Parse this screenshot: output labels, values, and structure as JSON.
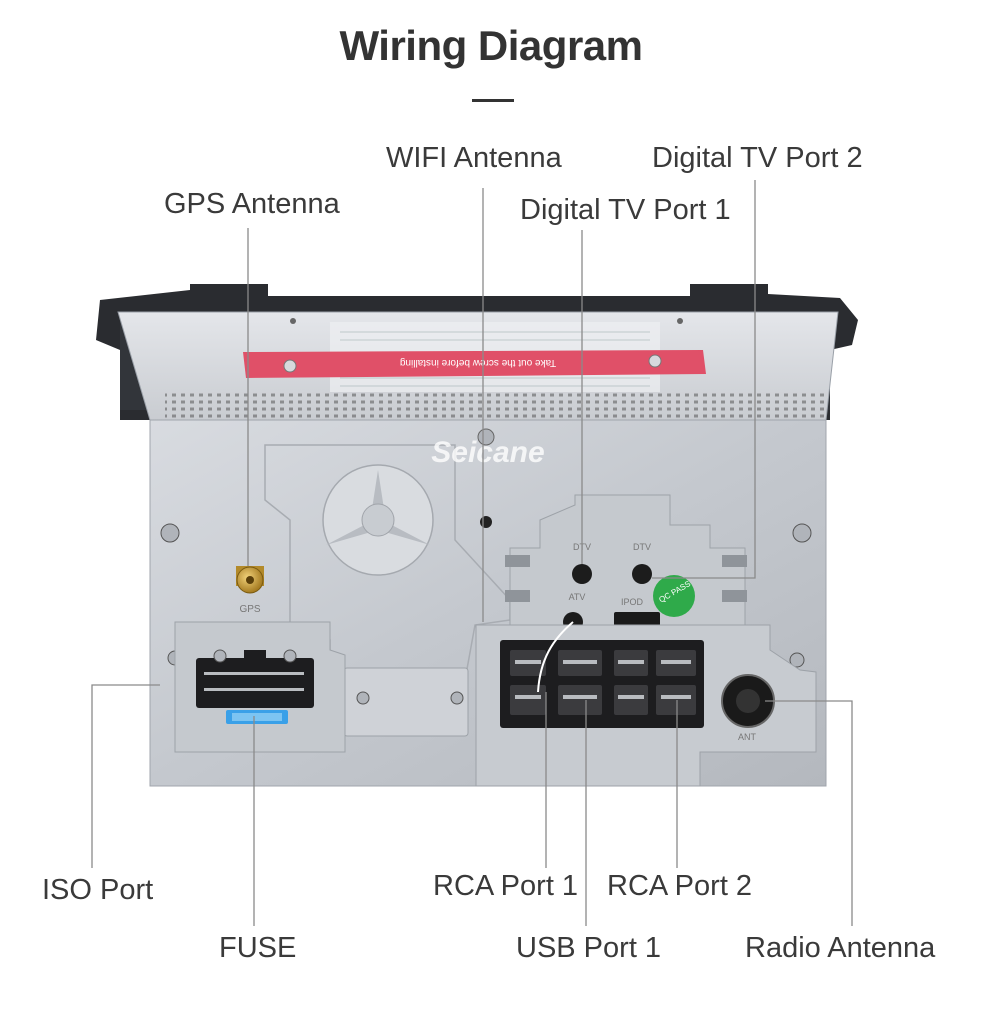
{
  "title": "Wiring Diagram",
  "watermark": "Seicane",
  "sticker_text": "Take out the screw before installing",
  "qc_label": "QC PASS",
  "connector_labels": {
    "gps": "GPS",
    "dtv1": "DTV",
    "dtv2": "DTV",
    "atv": "ATV",
    "ipod": "IPOD",
    "ant": "ANT"
  },
  "callouts": {
    "gps_antenna": "GPS Antenna",
    "wifi_antenna": "WIFI Antenna",
    "digital_tv_port_1": "Digital TV Port 1",
    "digital_tv_port_2": "Digital TV Port 2",
    "iso_port": "ISO Port",
    "fuse": "FUSE",
    "rca_port_1": "RCA Port 1",
    "rca_port_2": "RCA Port 2",
    "usb_port_1": "USB Port 1",
    "radio_antenna": "Radio Antenna"
  },
  "colors": {
    "text": "#333333",
    "leader": "#8a8a8a",
    "chassis": "#c9cdd3",
    "sticker": "#e05068",
    "fuse": "#3aa0e8",
    "qc_sticker": "#2faa4a"
  }
}
